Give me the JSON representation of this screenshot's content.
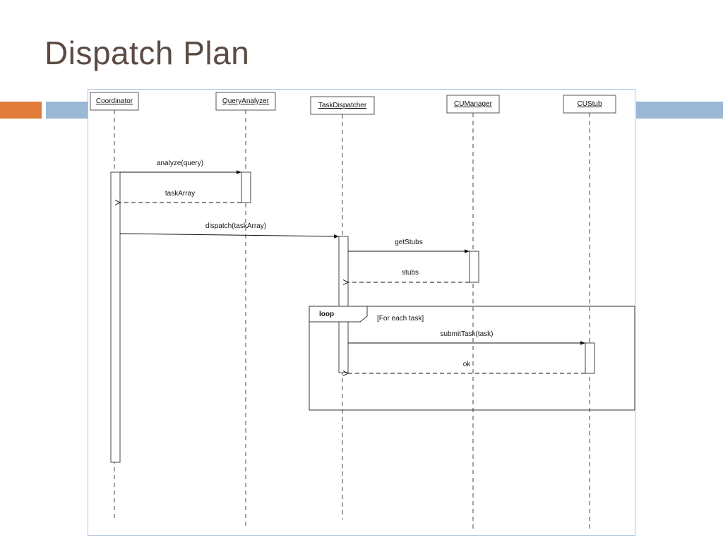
{
  "slide": {
    "title": "Dispatch Plan"
  },
  "diagram": {
    "lifelines": [
      {
        "name": "Coordinator"
      },
      {
        "name": "QueryAnalyzer"
      },
      {
        "name": "TaskDispatcher"
      },
      {
        "name": "CUManager"
      },
      {
        "name": "CUStub"
      }
    ],
    "messages": [
      {
        "label": "analyze(query)",
        "from": "Coordinator",
        "to": "QueryAnalyzer",
        "kind": "call"
      },
      {
        "label": "taskArray",
        "from": "QueryAnalyzer",
        "to": "Coordinator",
        "kind": "return"
      },
      {
        "label": "dispatch(taskArray)",
        "from": "Coordinator",
        "to": "TaskDispatcher",
        "kind": "call"
      },
      {
        "label": "getStubs",
        "from": "TaskDispatcher",
        "to": "CUManager",
        "kind": "call"
      },
      {
        "label": "stubs",
        "from": "CUManager",
        "to": "TaskDispatcher",
        "kind": "return"
      },
      {
        "label": "submitTask(task)",
        "from": "TaskDispatcher",
        "to": "CUStub",
        "kind": "call"
      },
      {
        "label": "ok",
        "from": "CUStub",
        "to": "TaskDispatcher",
        "kind": "return"
      }
    ],
    "fragment": {
      "operator": "loop",
      "guard": "[For each task]"
    }
  }
}
